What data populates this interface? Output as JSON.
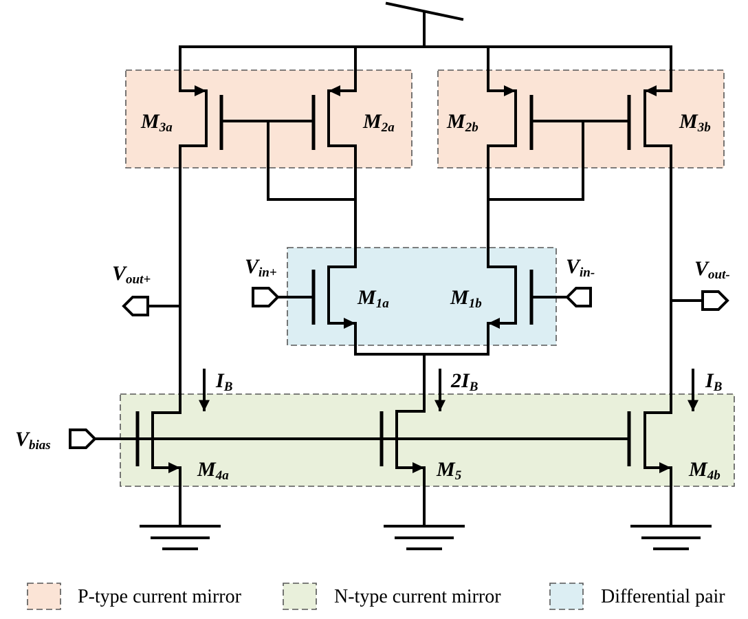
{
  "colors": {
    "p_type": "#fbe4d6",
    "n_type": "#e9f0db",
    "diff_pair": "#dceef3",
    "wire": "#000000"
  },
  "transistors": {
    "m3a": {
      "main": "M",
      "sub": "3a"
    },
    "m2a": {
      "main": "M",
      "sub": "2a"
    },
    "m2b": {
      "main": "M",
      "sub": "2b"
    },
    "m3b": {
      "main": "M",
      "sub": "3b"
    },
    "m1a": {
      "main": "M",
      "sub": "1a"
    },
    "m1b": {
      "main": "M",
      "sub": "1b"
    },
    "m4a": {
      "main": "M",
      "sub": "4a"
    },
    "m5": {
      "main": "M",
      "sub": "5"
    },
    "m4b": {
      "main": "M",
      "sub": "4b"
    }
  },
  "ports": {
    "vout_plus": {
      "main": "V",
      "sub": "out+"
    },
    "vout_minus": {
      "main": "V",
      "sub": "out-"
    },
    "vin_plus": {
      "main": "V",
      "sub": "in+"
    },
    "vin_minus": {
      "main": "V",
      "sub": "in-"
    },
    "vbias": {
      "main": "V",
      "sub": "bias"
    }
  },
  "currents": {
    "left": {
      "main": "I",
      "sub": "B"
    },
    "middle": {
      "main": "2I",
      "sub": "B"
    },
    "right": {
      "main": "I",
      "sub": "B"
    }
  },
  "legend": {
    "p_type": "P-type current mirror",
    "n_type": "N-type current mirror",
    "diff_pair": "Differential pair"
  }
}
